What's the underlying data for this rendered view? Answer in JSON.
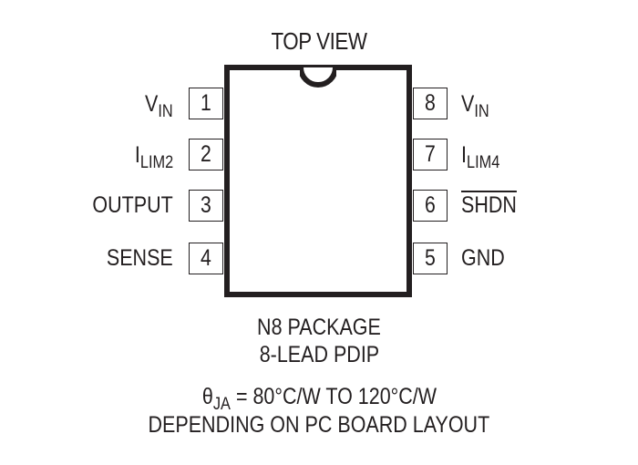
{
  "diagram": {
    "title": "TOP VIEW",
    "package": {
      "name": "N8 PACKAGE",
      "type": "8-LEAD PDIP",
      "thermal_symbol": "θ",
      "thermal_sub": "JA",
      "thermal_value": " = 80°C/W TO 120°C/W",
      "thermal_note": "DEPENDING ON PC BOARD LAYOUT"
    },
    "pins_left": [
      {
        "num": "1",
        "name": "V",
        "sub": "IN"
      },
      {
        "num": "2",
        "name": "I",
        "sub": "LIM2"
      },
      {
        "num": "3",
        "name": "OUTPUT",
        "sub": ""
      },
      {
        "num": "4",
        "name": "SENSE",
        "sub": ""
      }
    ],
    "pins_right": [
      {
        "num": "8",
        "name": "V",
        "sub": "IN"
      },
      {
        "num": "7",
        "name": "I",
        "sub": "LIM4"
      },
      {
        "num": "6",
        "name": "SHDN",
        "sub": "",
        "overbar": true
      },
      {
        "num": "5",
        "name": "GND",
        "sub": ""
      }
    ],
    "colors": {
      "ink": "#231f20",
      "background": "#ffffff"
    }
  }
}
